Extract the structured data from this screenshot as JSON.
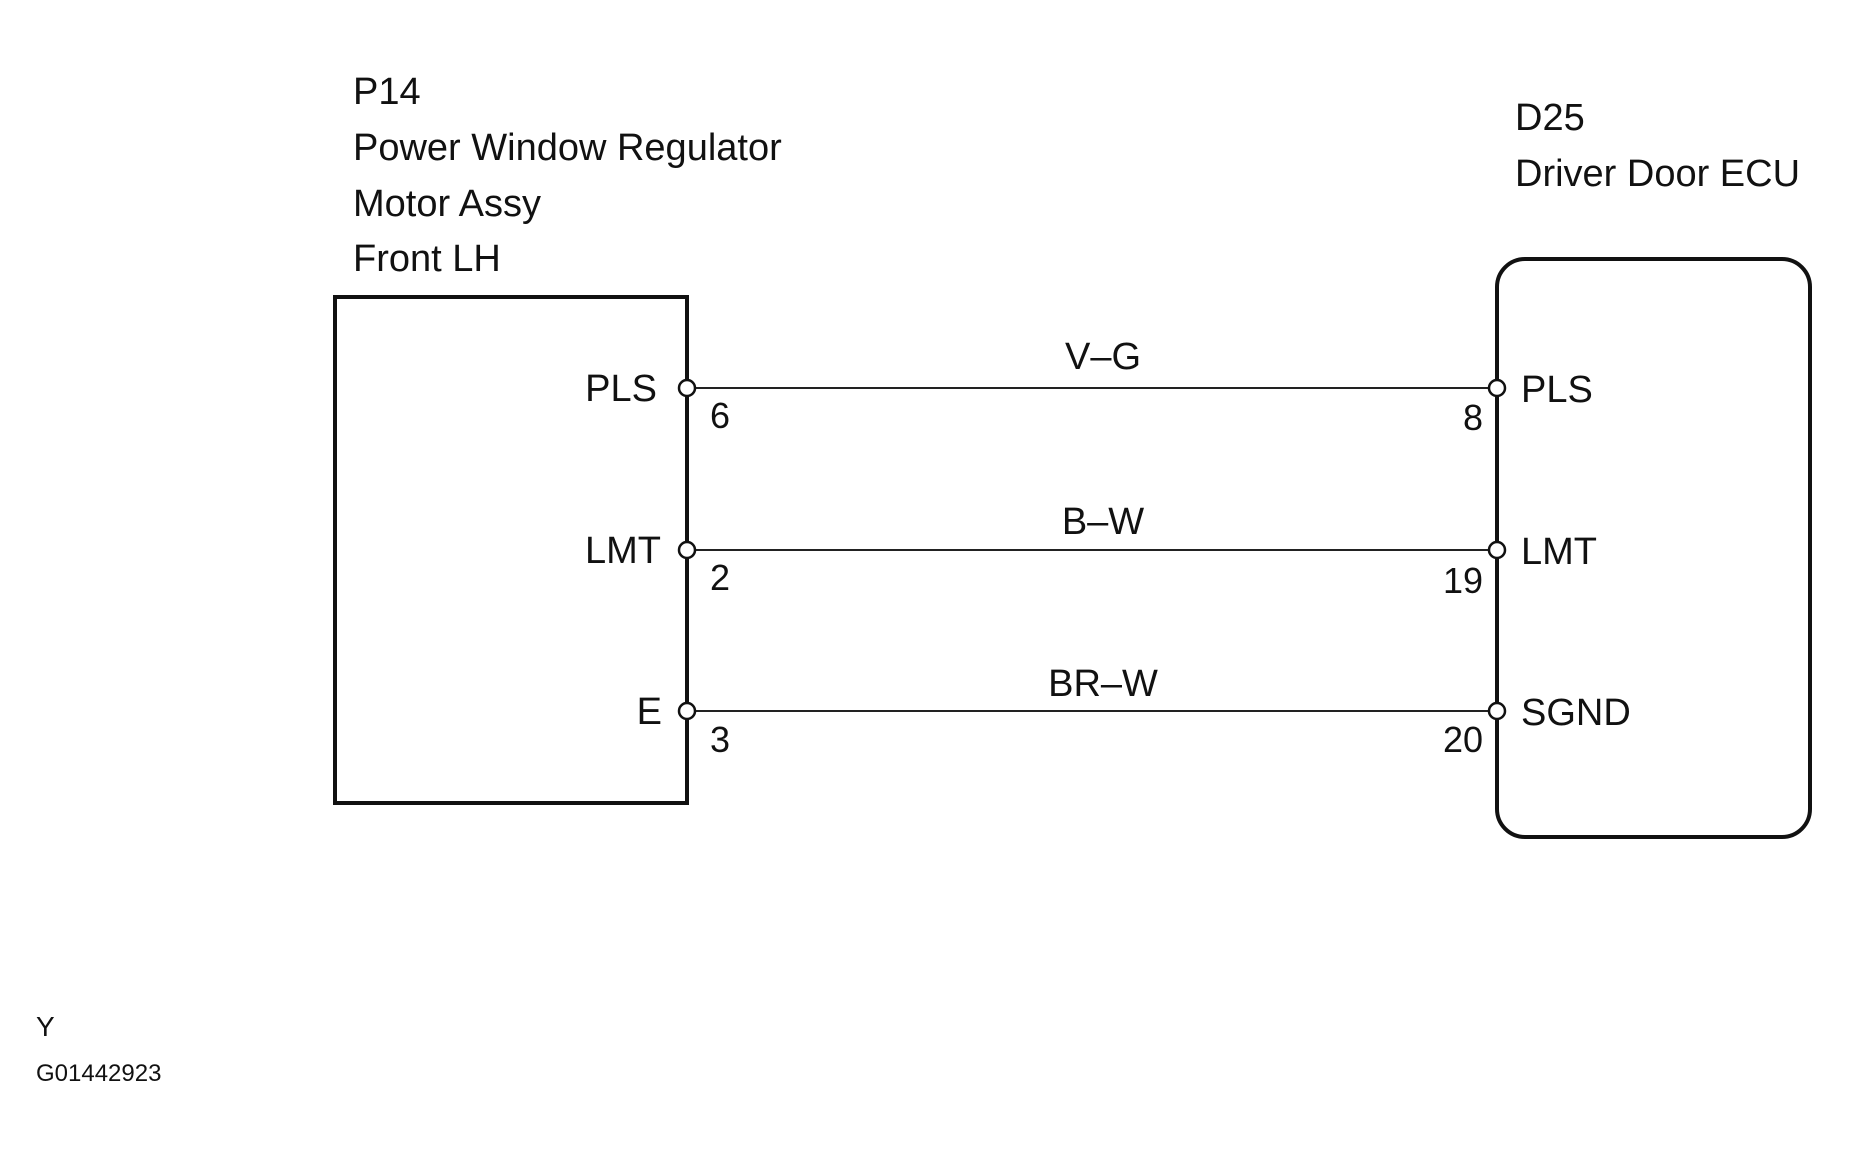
{
  "left_component": {
    "code": "P14",
    "name_lines": [
      "Power Window Regulator",
      "Motor Assy",
      "Front LH"
    ]
  },
  "right_component": {
    "code": "D25",
    "name_lines": [
      "Driver Door ECU"
    ]
  },
  "wires": [
    {
      "color_code": "V–G",
      "left_pin_label": "PLS",
      "left_pin_number": "6",
      "right_pin_label": "PLS",
      "right_pin_number": "8"
    },
    {
      "color_code": "B–W",
      "left_pin_label": "LMT",
      "left_pin_number": "2",
      "right_pin_label": "LMT",
      "right_pin_number": "19"
    },
    {
      "color_code": "BR–W",
      "left_pin_label": "E",
      "left_pin_number": "3",
      "right_pin_label": "SGND",
      "right_pin_number": "20"
    }
  ],
  "footer": {
    "letter": "Y",
    "figure_code": "G01442923"
  }
}
